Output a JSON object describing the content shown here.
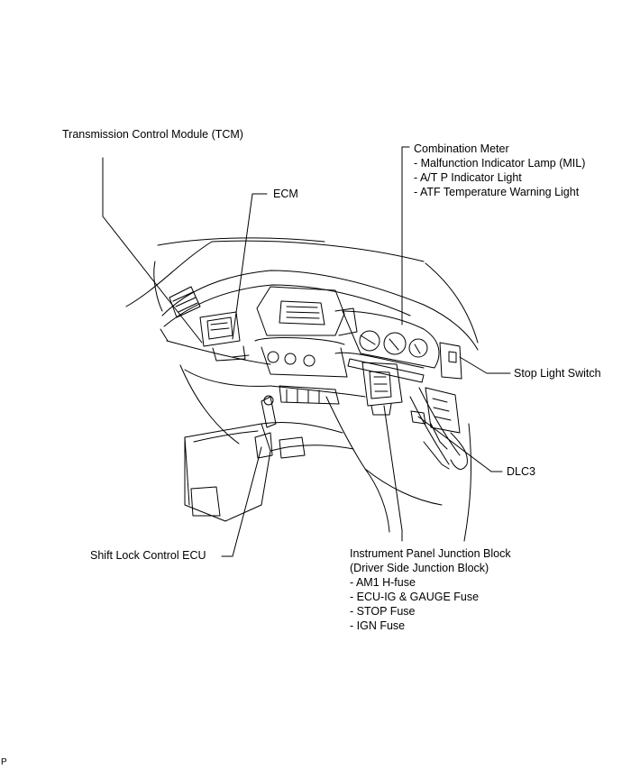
{
  "labels": {
    "tcm": "Transmission Control Module (TCM)",
    "ecm": "ECM",
    "combination_meter": {
      "title": "Combination Meter",
      "items": [
        "- Malfunction Indicator Lamp (MIL)",
        "- A/T P Indicator Light",
        "- ATF Temperature Warning Light"
      ]
    },
    "stop_light_switch": "Stop Light Switch",
    "dlc3": "DLC3",
    "shift_lock": "Shift Lock Control ECU",
    "junction_block": {
      "title": "Instrument Panel Junction Block",
      "subtitle": "(Driver Side Junction Block)",
      "items": [
        "- AM1 H-fuse",
        "- ECU-IG & GAUGE Fuse",
        "- STOP Fuse",
        "- IGN Fuse"
      ]
    }
  },
  "corner_mark": "P",
  "colors": {
    "line": "#000000",
    "background": "#ffffff"
  }
}
